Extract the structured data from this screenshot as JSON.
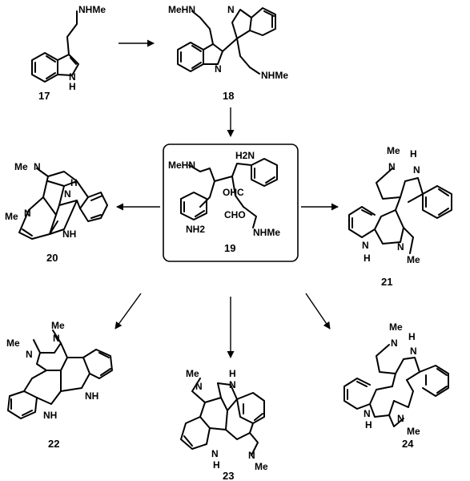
{
  "compounds": {
    "c17": {
      "label": "17",
      "nhme": "NHMe",
      "nh": "N",
      "h": "H"
    },
    "c18": {
      "label": "18",
      "mehn": "MeHN",
      "n": "N",
      "nhme": "NHMe",
      "n2": "N"
    },
    "c19": {
      "label": "19",
      "mehn": "MeHN",
      "h2n": "H2N",
      "ohc": "OHC",
      "cho": "CHO",
      "nh2": "NH2",
      "nhme": "NHMe"
    },
    "c20": {
      "label": "20",
      "me1": "Me",
      "n1": "N",
      "h": "H",
      "n2": "N",
      "me2": "Me",
      "n3": "N",
      "nh": "NH"
    },
    "c21": {
      "label": "21",
      "me1": "Me",
      "n1": "N",
      "h1": "H",
      "n2": "N",
      "n3": "N",
      "h2": "H",
      "n4": "N",
      "me2": "Me"
    },
    "c22": {
      "label": "22",
      "me1": "Me",
      "n1": "N",
      "me2": "Me",
      "n2": "N",
      "nh1": "NH",
      "nh2": "NH"
    },
    "c23": {
      "label": "23",
      "me1": "Me",
      "n1": "N",
      "h": "H",
      "n2": "N",
      "n3": "N",
      "h2": "H",
      "n4": "N",
      "me2": "Me"
    },
    "c24": {
      "label": "24",
      "me1": "Me",
      "n1": "N",
      "h1": "H",
      "n2": "N",
      "n3": "N",
      "h2": "H",
      "n4": "N",
      "me2": "Me"
    }
  }
}
